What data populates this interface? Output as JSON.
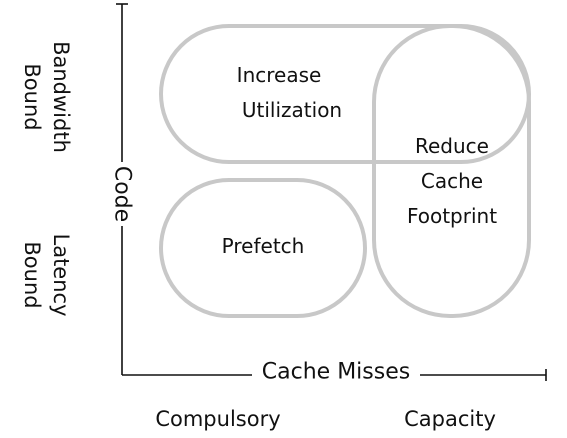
{
  "y_axis": {
    "label": "Code",
    "top_category": [
      "Bandwidth",
      "Bound"
    ],
    "bottom_category": [
      "Latency",
      "Bound"
    ]
  },
  "x_axis": {
    "label": "Cache Misses",
    "categories": [
      "Compulsory",
      "Capacity"
    ]
  },
  "regions": {
    "increase_utilization": [
      "Increase",
      "Utilization"
    ],
    "prefetch": [
      "Prefetch"
    ],
    "reduce_footprint": [
      "Reduce",
      "Cache",
      "Footprint"
    ]
  },
  "colors": {
    "region_stroke": "#c8c8c8",
    "axis": "#111111",
    "text": "#111111"
  }
}
